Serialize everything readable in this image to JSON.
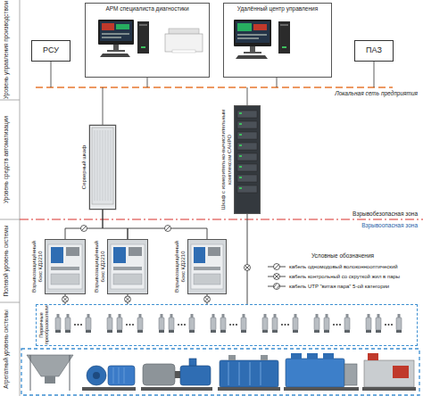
{
  "diagram": {
    "nodes": [
      {
        "text": [
          "РСУ"
        ]
      },
      {
        "text": [
          "АРМ специалиста диагностики"
        ]
      },
      {
        "text": [
          "Удалённый центр управления"
        ]
      },
      {
        "text": [
          "ПАЗ"
        ]
      },
      {
        "text": [
          "Серверный шкаф"
        ]
      },
      {
        "text": [
          "Шкаф с измерительно-вычислительным комплексом САНРО"
        ]
      },
      {
        "text": [
          "Взрывозащищённый бокс КД2210"
        ]
      },
      {
        "text": [
          "Взрывозащищённый бокс КД2210"
        ]
      },
      {
        "text": [
          "Взрывозащищённый бокс КД2210"
        ]
      },
      {
        "text": [
          "Первичные преобразователи"
        ]
      }
    ],
    "edges": [
      {
        "from": 4,
        "to": 6,
        "arrow": "none"
      },
      {
        "from": 4,
        "to": 7,
        "arrow": "none"
      },
      {
        "from": 7,
        "to": 8,
        "arrow": "none"
      },
      {
        "from": 5,
        "to": 9,
        "arrow": "none"
      },
      {
        "from": 6,
        "to": 9,
        "arrow": "none"
      },
      {
        "from": 7,
        "to": 9,
        "arrow": "none"
      },
      {
        "from": 8,
        "to": 9,
        "arrow": "none"
      }
    ],
    "labels": [
      "Уровень управления производством",
      "Уровень средств автоматизации",
      "Полевой уровень системы",
      "Агрегатный уровень системы",
      "Локальная сеть предприятия",
      "Взрывобезопасная зона",
      "Взрывоопасная зона",
      "Условные обозначения"
    ],
    "legend": [
      {
        "text": "кабель одномодовый волоконнооптический"
      },
      {
        "text": "кабель контрольный со скруткой жил в пары"
      },
      {
        "text": "кабель UTP \"витая пара\" 5-ой категории"
      }
    ]
  }
}
